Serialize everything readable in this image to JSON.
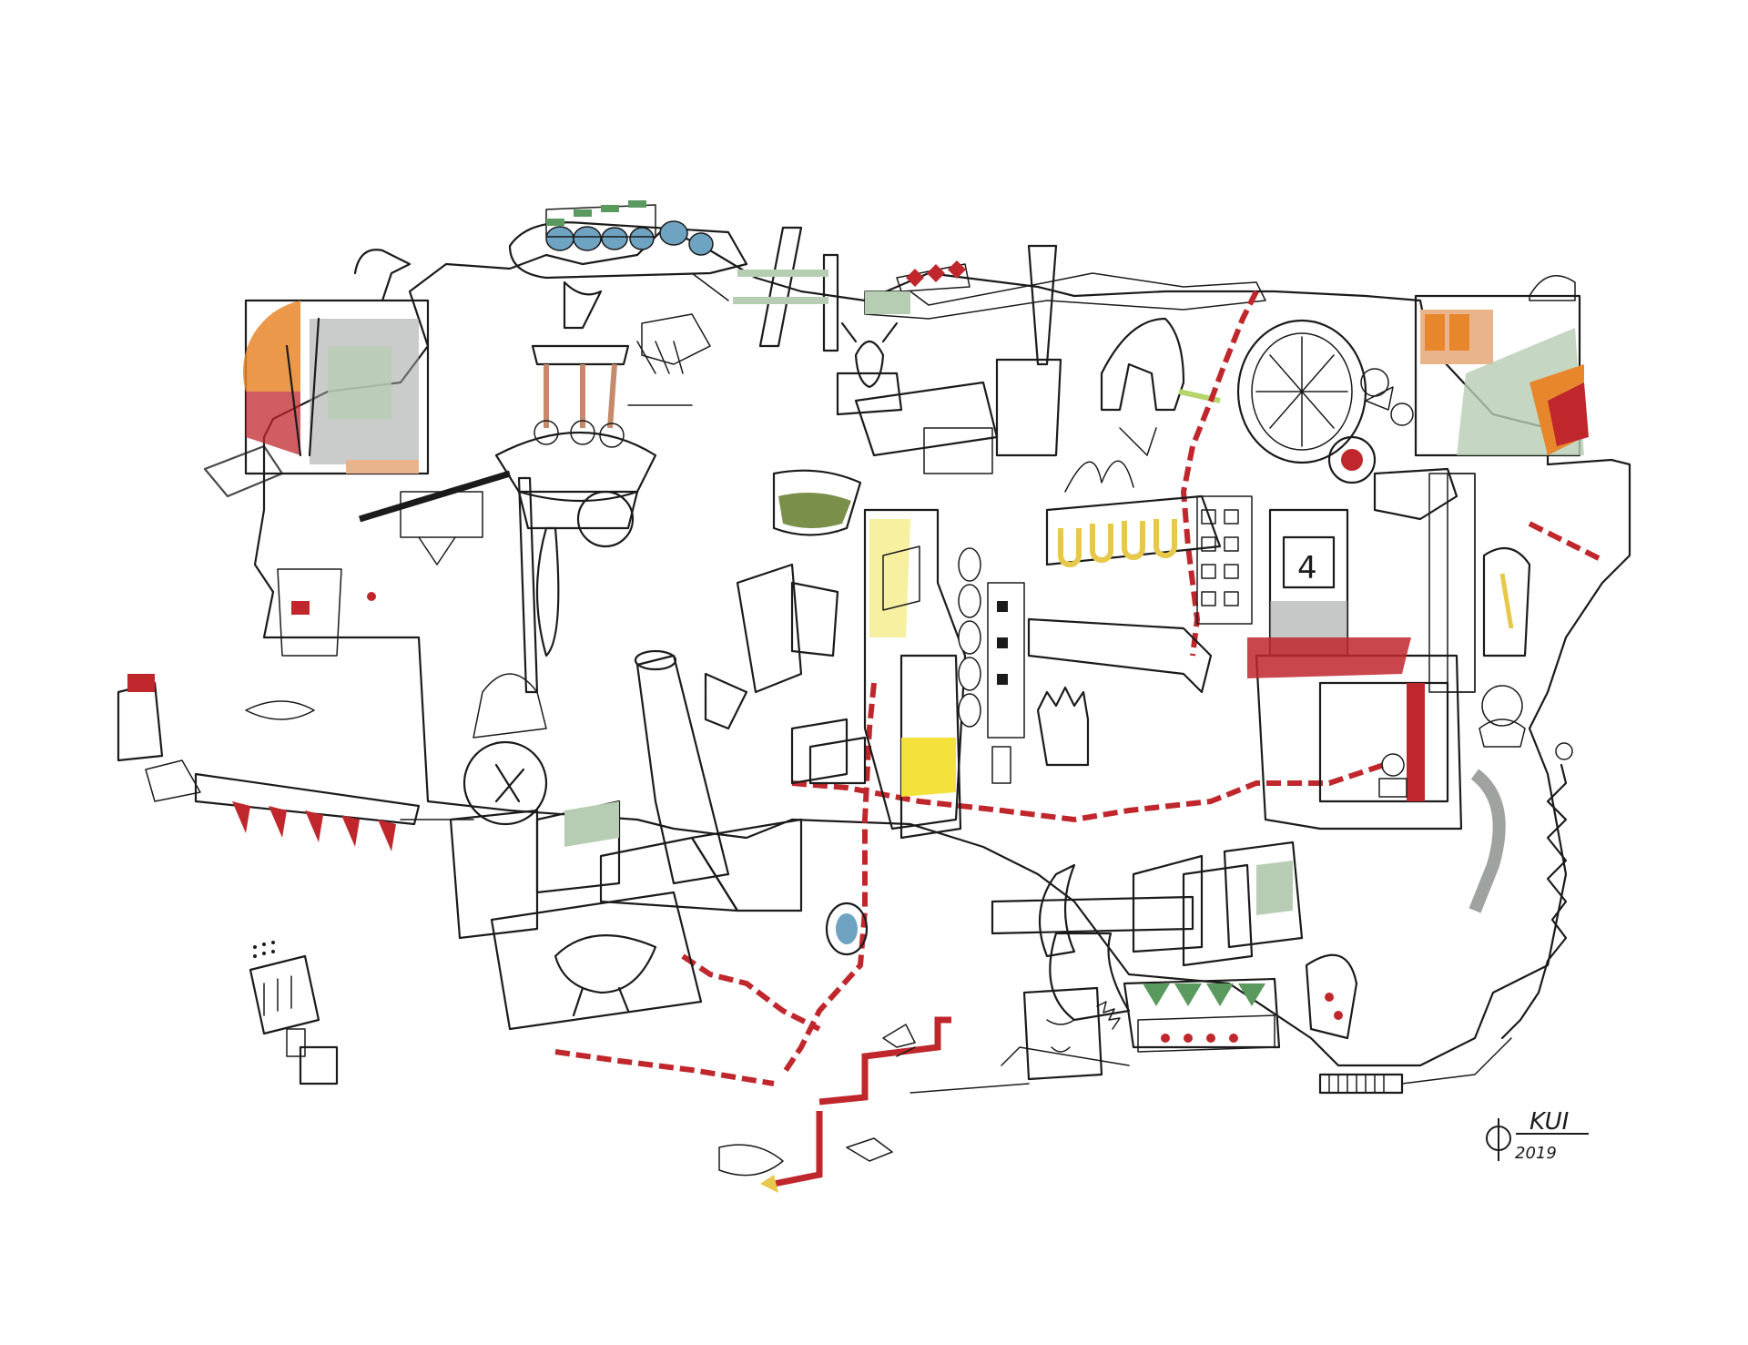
{
  "artwork": {
    "numeral_label": "4",
    "signature": {
      "name": "KUI",
      "year": "2019"
    },
    "palette": {
      "red": "#c0272d",
      "orange": "#e8862c",
      "yellow": "#f4e23c",
      "pale_yellow": "#f6f0a0",
      "blue": "#6fa3c2",
      "green": "#5a9a5e",
      "sage": "#b7cdb3",
      "brown": "#8a5a48",
      "peach": "#e9b48c",
      "gray": "#9ea3a0"
    }
  }
}
